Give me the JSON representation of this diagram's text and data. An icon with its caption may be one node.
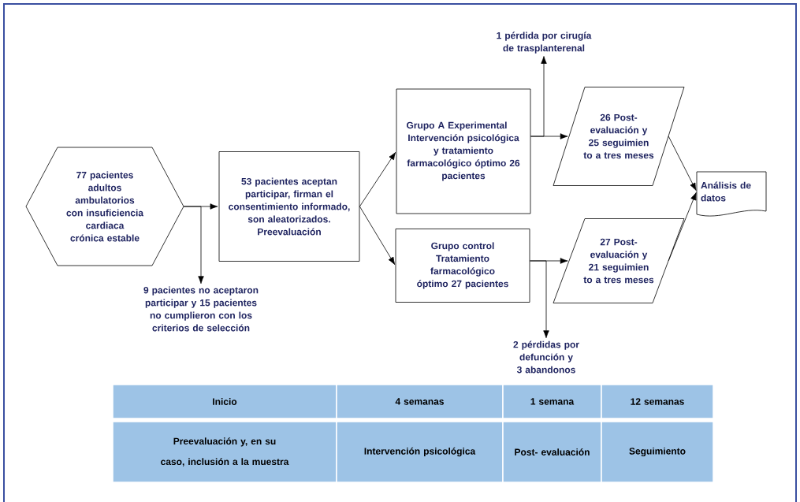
{
  "diagram": {
    "nodes": [
      {
        "text": [
          "77 pacientes adultos ambulatorios con insuficiencia cardiaca crónica estable"
        ]
      },
      {
        "text": [
          "53 pacientes aceptan participar, firman el consentimiento informado, son aleatorizados. Preevaluación"
        ]
      },
      {
        "text": [
          "9 pacientes no aceptaron participar y 15 pacientes no cumplieron con los criterios de selección"
        ]
      },
      {
        "text": [
          "Grupo A Experimental",
          "Intervención psicológica y tratamiento farmacológico óptimo 26 pacientes"
        ]
      },
      {
        "text": [
          "Grupo control Tratamiento farmacológico óptimo 27 pacientes"
        ]
      },
      {
        "text": [
          "26 Post- evaluación y 25 seguimien to a tres meses"
        ]
      },
      {
        "text": [
          "27 Post- evaluación y 21 seguimien to a tres meses"
        ]
      },
      {
        "text": [
          "Análisis de datos"
        ]
      },
      {
        "text": [
          "1 pérdida por cirugía de trasplanterenal"
        ]
      },
      {
        "text": [
          "2 pérdidas por defunción y 3 abandonos"
        ]
      }
    ],
    "edges": [
      {
        "from": 0,
        "to": 1,
        "arrow": "to"
      },
      {
        "from": 0,
        "to": 2,
        "arrow": "to"
      },
      {
        "from": 1,
        "to": 3,
        "arrow": "to"
      },
      {
        "from": 1,
        "to": 4,
        "arrow": "to"
      },
      {
        "from": 3,
        "to": 5,
        "arrow": "to"
      },
      {
        "from": 3,
        "to": 8,
        "arrow": "to"
      },
      {
        "from": 4,
        "to": 6,
        "arrow": "to"
      },
      {
        "from": 4,
        "to": 9,
        "arrow": "to"
      },
      {
        "from": 5,
        "to": 7,
        "arrow": "to"
      },
      {
        "from": 6,
        "to": 7,
        "arrow": "to"
      }
    ],
    "labels": [
      "Inicio",
      "4 semanas",
      "1 semana",
      "12 semanas",
      "Preevaluación y, en su caso, inclusión a la muestra",
      "Intervención psicológica",
      "Post- evaluación",
      "Seguimiento"
    ]
  }
}
